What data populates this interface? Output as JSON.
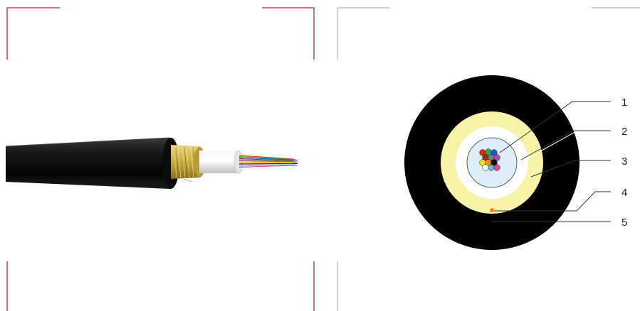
{
  "colors": {
    "left_frame": "#c41e5a",
    "right_frame": "#b8b8b8",
    "jacket": "#000000",
    "aramid_yarn": "#f7f3a8",
    "tube": "#ddeef8",
    "ripcord": "#f08c1e",
    "leader_line": "#333333"
  },
  "callouts": [
    {
      "number": "1"
    },
    {
      "number": "2"
    },
    {
      "number": "3"
    },
    {
      "number": "4"
    },
    {
      "number": "5"
    }
  ],
  "fibers": [
    "#e32119",
    "#2ea84a",
    "#1e5bc4",
    "#7a3f1a",
    "#7c7c7c",
    "#a44fa8",
    "#f2e210",
    "#ff8c1a",
    "#111111",
    "#ffffff",
    "#59b9de",
    "#e04698"
  ]
}
